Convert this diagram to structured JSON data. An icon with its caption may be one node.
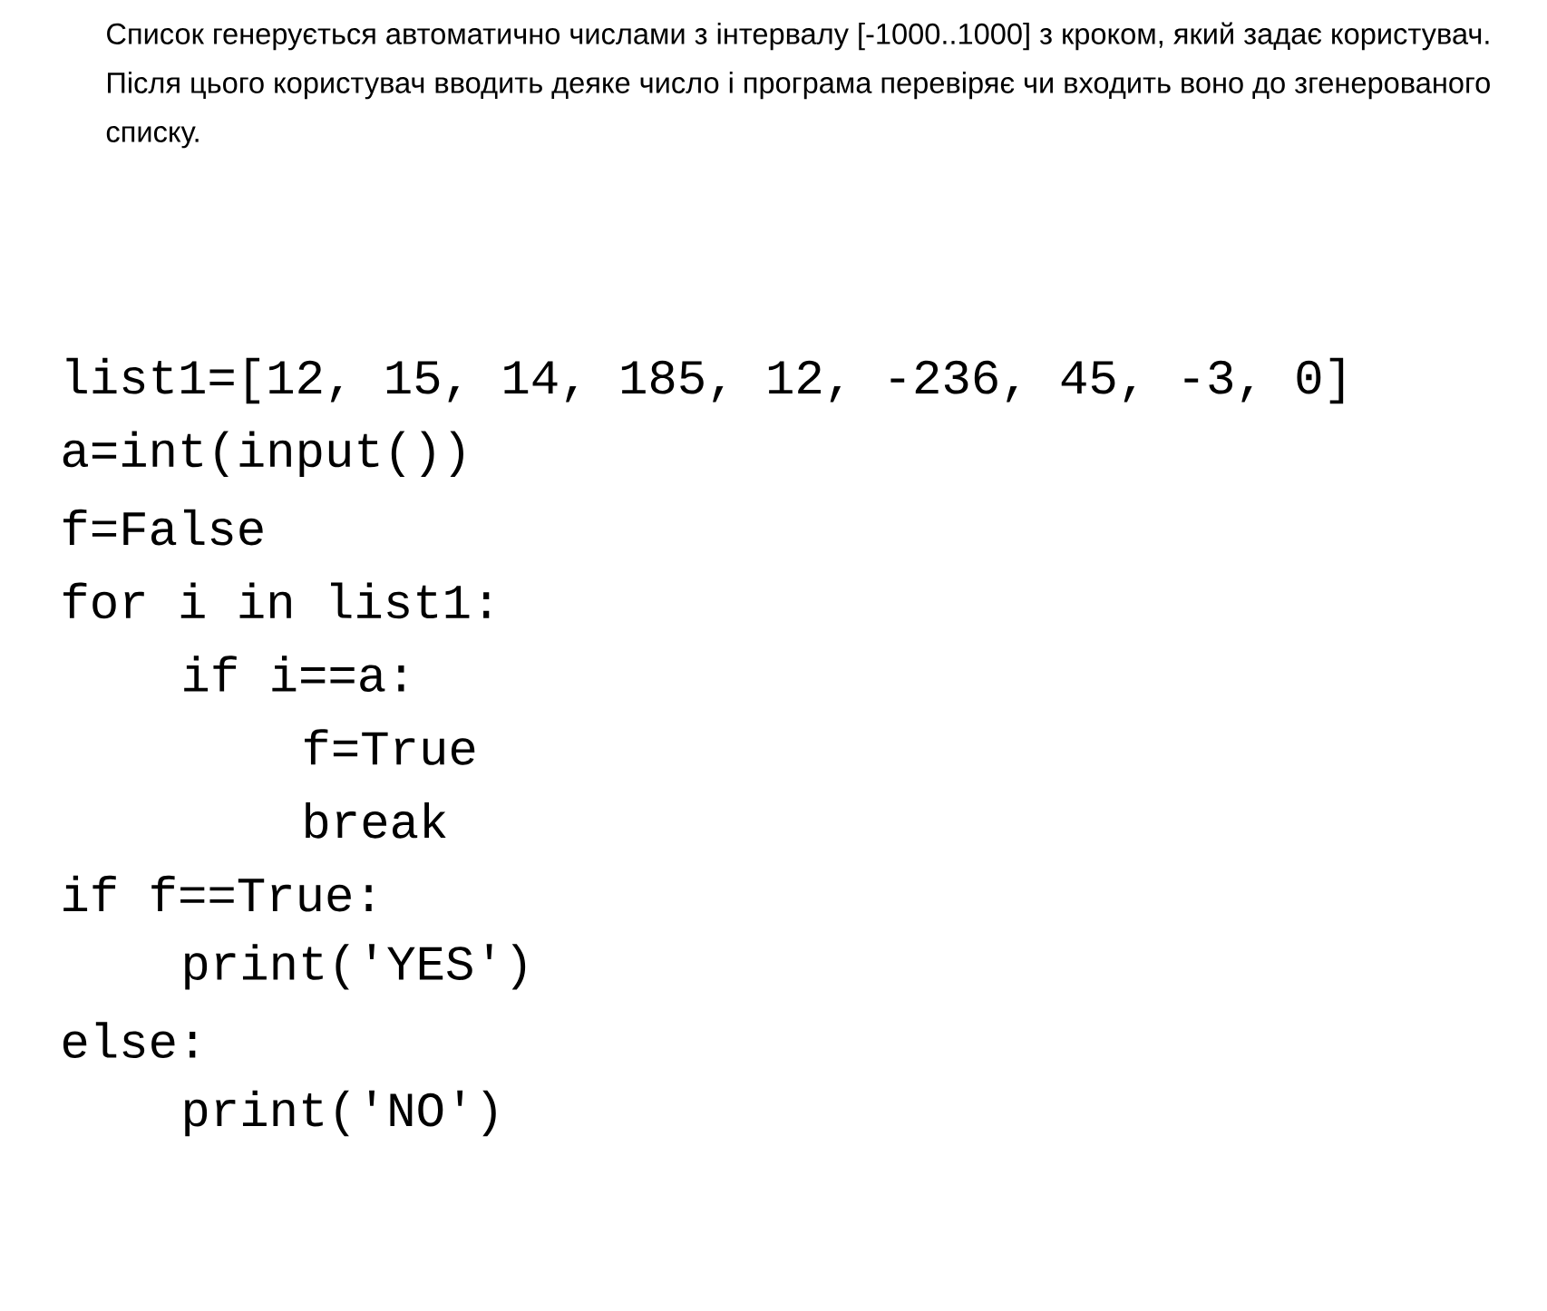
{
  "diagram": {
    "labels": [
      "Список генерується автоматично числами з інтервалу [-1000..1000] з кроком, який задає користувач. Після цього користувач вводить деяке число і програма перевіряє чи входить воно до згенерованого списку.",
      "list1=[12, 15, 14, 185, 12, -236, 45, -3, 0]",
      "a=int(input())",
      "f=False",
      "for i in list1:",
      "if i==a:",
      "f=True",
      "break",
      "if f==True:",
      "print('YES')",
      "else:",
      "print('NO')"
    ]
  }
}
